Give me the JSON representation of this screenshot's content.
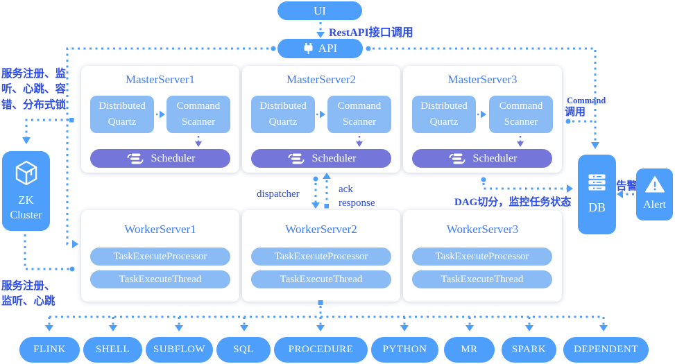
{
  "diagram": {
    "ui_node": "UI",
    "api_node": "API",
    "zk_node": {
      "line1": "ZK",
      "line2": "Cluster"
    },
    "db_node": "DB",
    "alert_node": "Alert",
    "edge_labels": {
      "rest_api": "RestAPI接口调用",
      "zk_services_top": "服务注册、监\n听、心跳、容\n错、分布式锁",
      "zk_services_bottom": "服务注册、\n监听、心跳",
      "dispatcher": "dispatcher",
      "ack_response": "ack\nresponse",
      "command_en": "Command",
      "command_zh": "调用",
      "dag": "DAG切分，监控任务状态",
      "alarm": "告警"
    },
    "masters": [
      {
        "title": "MasterServer1",
        "quartz": "Distributed Quartz",
        "scanner": "Command Scanner",
        "scheduler": "Scheduler"
      },
      {
        "title": "MasterServer2",
        "quartz": "Distributed Quartz",
        "scanner": "Command Scanner",
        "scheduler": "Scheduler"
      },
      {
        "title": "MasterServer3",
        "quartz": "Distributed Quartz",
        "scanner": "Command Scanner",
        "scheduler": "Scheduler"
      }
    ],
    "workers": [
      {
        "title": "WorkerServer1",
        "processor": "TaskExecuteProcessor",
        "thread": "TaskExecuteThread"
      },
      {
        "title": "WorkerServer2",
        "processor": "TaskExecuteProcessor",
        "thread": "TaskExecuteThread"
      },
      {
        "title": "WorkerServer3",
        "processor": "TaskExecuteProcessor",
        "thread": "TaskExecuteThread"
      }
    ],
    "tasks": [
      "FLINK",
      "SHELL",
      "SUBFLOW",
      "SQL",
      "PROCEDURE",
      "PYTHON",
      "MR",
      "SPARK",
      "DEPENDENT"
    ],
    "colors": {
      "primary_blue": "#4D9FFB",
      "light_blue": "#8ABBF5",
      "scheduler_purple": "#7477D9",
      "title_blue": "#3D7EF6",
      "label_blue": "#2B4BEB"
    }
  }
}
